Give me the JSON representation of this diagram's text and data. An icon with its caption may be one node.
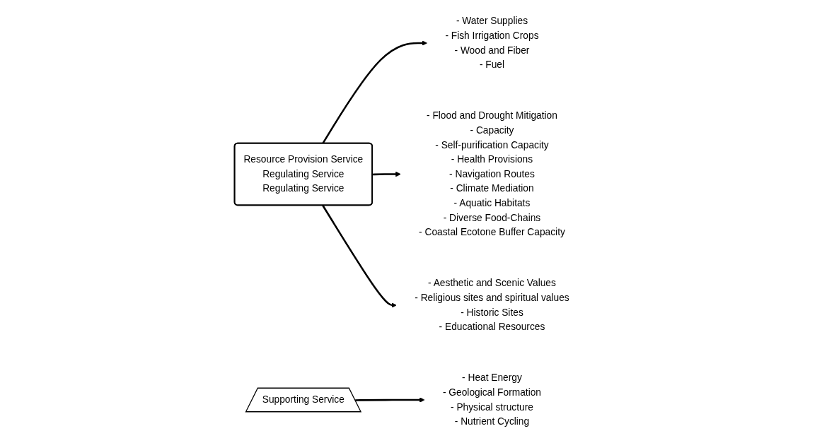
{
  "diagram": {
    "nodes": [
      {
        "text": [
          "Resource Provision Service",
          "Regulating Service",
          "Regulating Service"
        ]
      },
      {
        "text": [
          "Supporting Service"
        ]
      },
      {
        "text": [
          "- Water Supplies",
          "- Fish Irrigation Crops",
          "- Wood and Fiber",
          "- Fuel"
        ]
      },
      {
        "text": [
          "- Flood and Drought Mitigation",
          "- Capacity",
          "- Self-purification Capacity",
          "- Health Provisions",
          "- Navigation Routes",
          "- Climate Mediation",
          "- Aquatic Habitats",
          "- Diverse Food-Chains",
          "- Coastal Ecotone Buffer Capacity"
        ]
      },
      {
        "text": [
          "- Aesthetic and Scenic Values",
          "- Religious sites and spiritual values",
          "- Historic Sites",
          "- Educational Resources"
        ]
      },
      {
        "text": [
          "- Heat Energy",
          "- Geological Formation",
          "- Physical structure",
          "- Nutrient Cycling"
        ]
      }
    ],
    "edges": [
      {
        "from": 0,
        "to": 2,
        "arrow": "to"
      },
      {
        "from": 0,
        "to": 3,
        "arrow": "to"
      },
      {
        "from": 0,
        "to": 4,
        "arrow": "to"
      },
      {
        "from": 1,
        "to": 5,
        "arrow": "to"
      }
    ]
  }
}
